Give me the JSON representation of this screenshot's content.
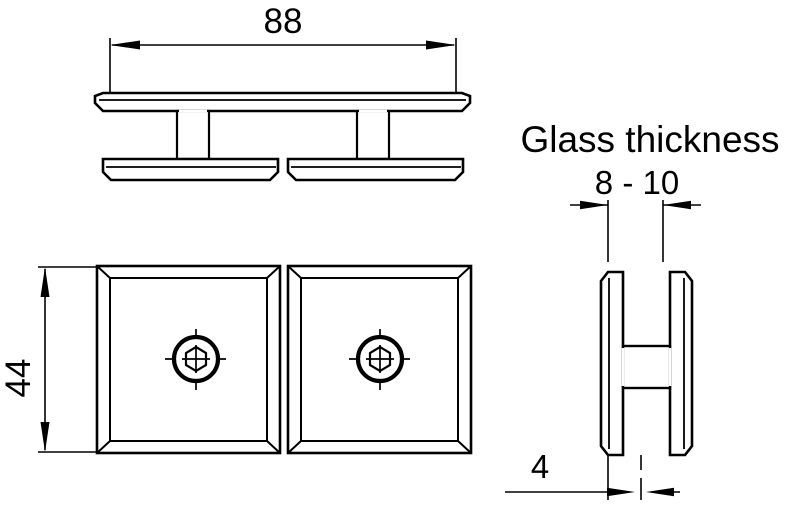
{
  "drawing": {
    "title": "Glass clamp double-sided technical drawing",
    "background_color": "#ffffff",
    "line_color": "#000000",
    "views": {
      "top_view": {
        "name": "top-view",
        "description": "Side profile section of double glass clamp showing upper plate, two connecting studs and two lower plates"
      },
      "front_view": {
        "name": "front-view",
        "description": "Front face view of two square beveled plates each with central hex socket screw"
      },
      "side_view": {
        "name": "side-view",
        "description": "Cross-section H profile showing two glass panes separated by connector bar"
      }
    },
    "dimensions": {
      "width": {
        "value": "88",
        "name": "dimension-width-88"
      },
      "height": {
        "value": "44",
        "name": "dimension-height-44"
      },
      "glass_thickness_label": {
        "value": "Glass thickness",
        "name": "glass-thickness-label"
      },
      "glass_thickness_value": {
        "value": "8 - 10",
        "name": "dimension-glass-thickness"
      },
      "gap": {
        "value": "4",
        "name": "dimension-gap-4"
      }
    }
  }
}
